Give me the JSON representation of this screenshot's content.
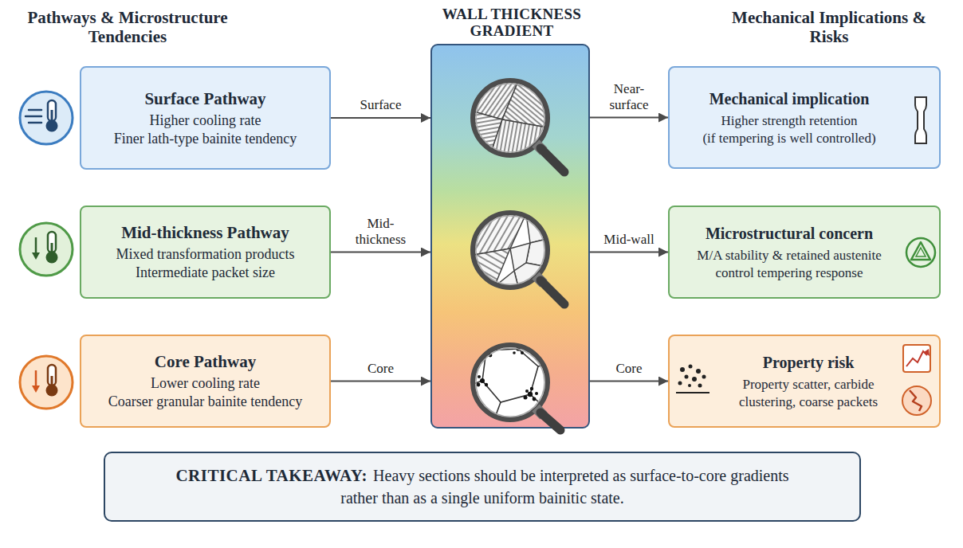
{
  "diagram": {
    "nodes": [
      {
        "text": [
          "Surface Pathway",
          "Higher cooling rate",
          "Finer lath-type bainite tendency"
        ]
      },
      {
        "text": [
          "Mid-thickness Pathway",
          "Mixed transformation products",
          "Intermediate packet size"
        ]
      },
      {
        "text": [
          "Core Pathway",
          "Lower cooling rate",
          "Coarser granular bainite tendency"
        ]
      },
      {
        "text": [
          "WALL THICKNESS GRADIENT"
        ]
      },
      {
        "text": [
          "Mechanical implication",
          "Higher strength retention",
          "(if tempering is well controlled)"
        ]
      },
      {
        "text": [
          "Microstructural concern",
          "M/A stability & retained austenite control tempering response"
        ]
      },
      {
        "text": [
          "Property risk",
          "Property scatter, carbide clustering, coarse packets"
        ]
      },
      {
        "text": [
          "CRITICAL TAKEAWAY:",
          "Heavy sections should be interpreted as surface-to-core gradients rather than as a single uniform bainitic state."
        ]
      }
    ],
    "edges": [
      {
        "from": 0,
        "to": 3,
        "label": "Surface",
        "arrow": "to"
      },
      {
        "from": 1,
        "to": 3,
        "label": "Mid-thickness",
        "arrow": "to"
      },
      {
        "from": 2,
        "to": 3,
        "label": "Core",
        "arrow": "to"
      },
      {
        "from": 3,
        "to": 4,
        "label": "Near-surface",
        "arrow": "to"
      },
      {
        "from": 3,
        "to": 5,
        "label": "Mid-wall",
        "arrow": "to"
      },
      {
        "from": 3,
        "to": 6,
        "label": "Core",
        "arrow": "to"
      }
    ],
    "labels": [
      "Pathways & Microstructure Tendencies",
      "Mechanical Implications & Risks"
    ]
  }
}
